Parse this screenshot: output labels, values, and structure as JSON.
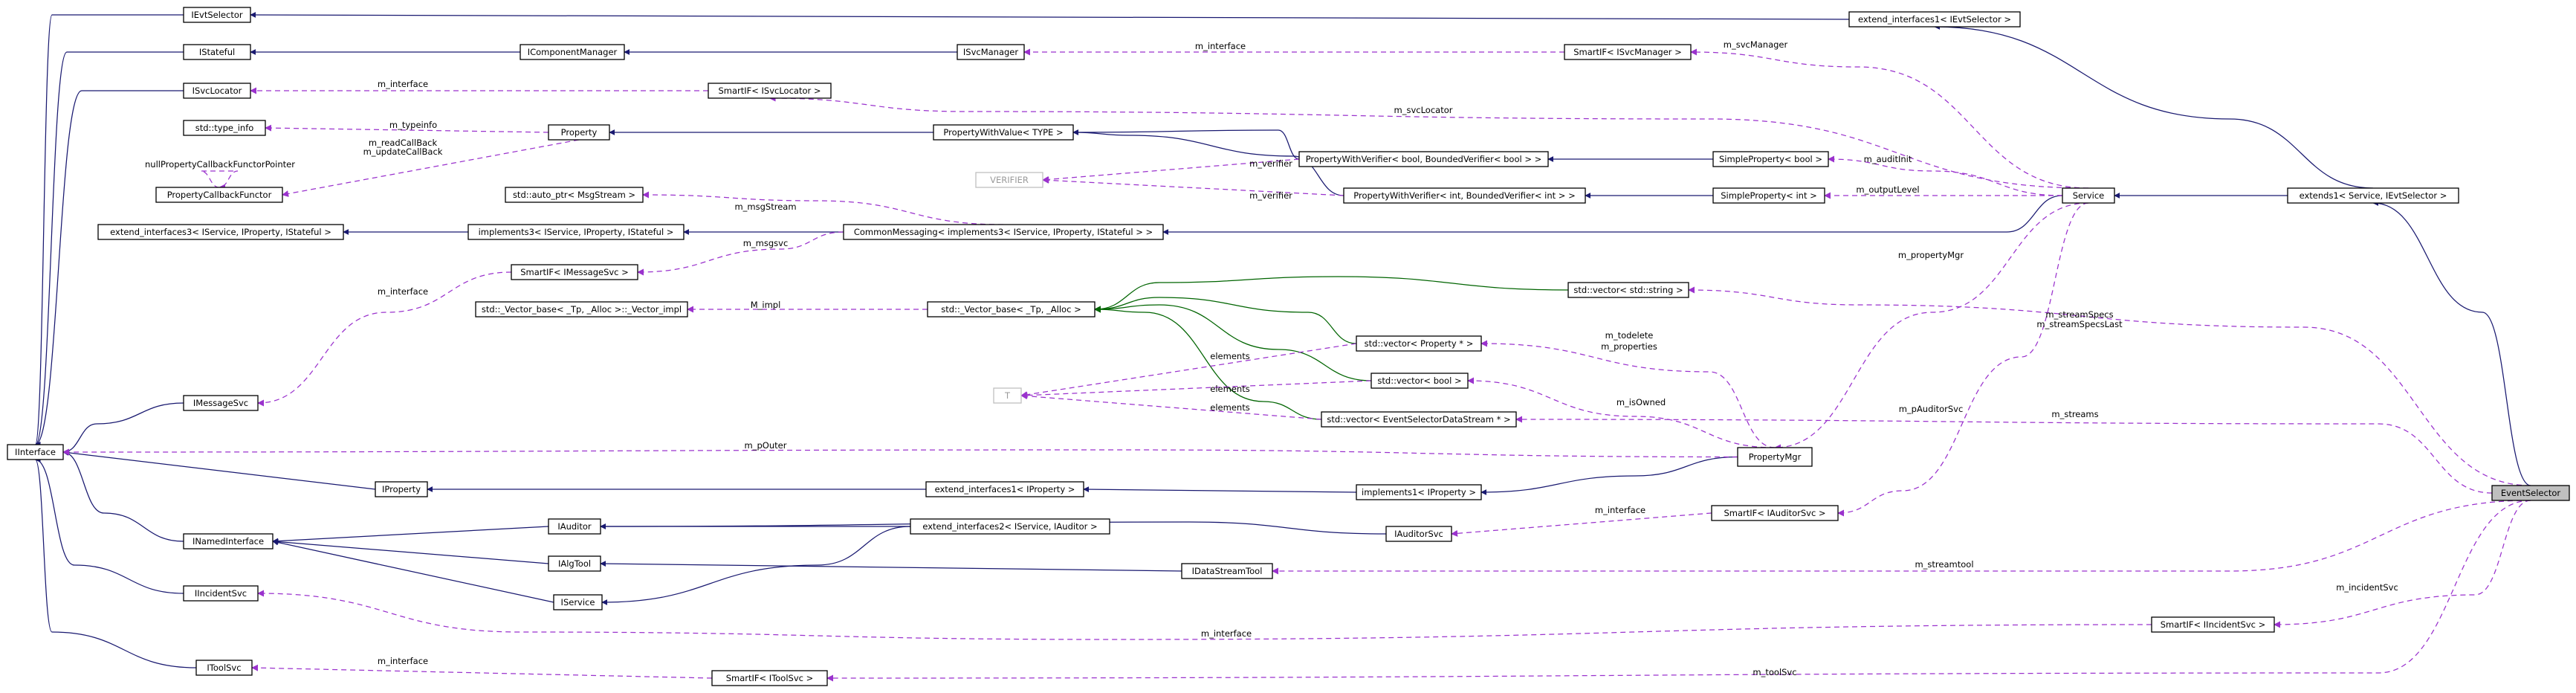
{
  "colors": {
    "inheritance": "#191970",
    "usage": "#9a32cd",
    "template": "#006400",
    "focus_fill": "#bfbfbf"
  },
  "nodes": [
    {
      "id": "IEvtSelector",
      "label": "IEvtSelector"
    },
    {
      "id": "IStateful",
      "label": "IStateful"
    },
    {
      "id": "ISvcLocator",
      "label": "ISvcLocator"
    },
    {
      "id": "std_type_info",
      "label": "std::type_info"
    },
    {
      "id": "PropertyCallbackFunctor",
      "label": "PropertyCallbackFunctor"
    },
    {
      "id": "extend_interfaces3",
      "label": "extend_interfaces3< IService, IProperty, IStateful >"
    },
    {
      "id": "IMessageSvc",
      "label": "IMessageSvc"
    },
    {
      "id": "IInterface",
      "label": "IInterface"
    },
    {
      "id": "INamedInterface",
      "label": "INamedInterface"
    },
    {
      "id": "IIncidentSvc",
      "label": "IIncidentSvc"
    },
    {
      "id": "IToolSvc",
      "label": "IToolSvc"
    },
    {
      "id": "IComponentManager",
      "label": "IComponentManager"
    },
    {
      "id": "Property",
      "label": "Property"
    },
    {
      "id": "implements3",
      "label": "implements3< IService, IProperty, IStateful >"
    },
    {
      "id": "SmartIF_IMessageSvc",
      "label": "SmartIF< IMessageSvc >"
    },
    {
      "id": "std_auto_ptr",
      "label": "std::auto_ptr< MsgStream >"
    },
    {
      "id": "Vector_impl",
      "label": "std::_Vector_base< _Tp, _Alloc >::_Vector_impl"
    },
    {
      "id": "IProperty",
      "label": "IProperty"
    },
    {
      "id": "IAuditor",
      "label": "IAuditor"
    },
    {
      "id": "IAlgTool",
      "label": "IAlgTool"
    },
    {
      "id": "IService",
      "label": "IService"
    },
    {
      "id": "SmartIF_ISvcLocator",
      "label": "SmartIF< ISvcLocator >"
    },
    {
      "id": "SmartIF_IToolSvc",
      "label": "SmartIF< IToolSvc >"
    },
    {
      "id": "ISvcManager",
      "label": "ISvcManager"
    },
    {
      "id": "PropertyWithValue",
      "label": "PropertyWithValue< TYPE >"
    },
    {
      "id": "VERIFIER",
      "label": "VERIFIER"
    },
    {
      "id": "CommonMessaging",
      "label": "CommonMessaging< implements3< IService, IProperty, IStateful > >"
    },
    {
      "id": "Vector_base",
      "label": "std::_Vector_base< _Tp, _Alloc >"
    },
    {
      "id": "T",
      "label": "T"
    },
    {
      "id": "extend_interfaces1_IProperty",
      "label": "extend_interfaces1< IProperty >"
    },
    {
      "id": "extend_interfaces2",
      "label": "extend_interfaces2< IService, IAuditor >"
    },
    {
      "id": "PWV_bool",
      "label": "PropertyWithVerifier< bool, BoundedVerifier< bool > >"
    },
    {
      "id": "PWV_int",
      "label": "PropertyWithVerifier< int, BoundedVerifier< int > >"
    },
    {
      "id": "vec_Property",
      "label": "std::vector< Property * >"
    },
    {
      "id": "vec_bool",
      "label": "std::vector< bool >"
    },
    {
      "id": "vec_EvtSel",
      "label": "std::vector< EventSelectorDataStream * >"
    },
    {
      "id": "implements1_IProperty",
      "label": "implements1< IProperty >"
    },
    {
      "id": "IAuditorSvc",
      "label": "IAuditorSvc"
    },
    {
      "id": "IDataStreamTool",
      "label": "IDataStreamTool"
    },
    {
      "id": "SmartIF_ISvcManager",
      "label": "SmartIF< ISvcManager >"
    },
    {
      "id": "vec_string",
      "label": "std::vector< std::string >"
    },
    {
      "id": "SimpleProperty_bool",
      "label": "SimpleProperty< bool >"
    },
    {
      "id": "SimpleProperty_int",
      "label": "SimpleProperty< int >"
    },
    {
      "id": "PropertyMgr",
      "label": "PropertyMgr"
    },
    {
      "id": "SmartIF_IAuditorSvc",
      "label": "SmartIF< IAuditorSvc >"
    },
    {
      "id": "extend_interfaces1_IEvtSelector",
      "label": "extend_interfaces1< IEvtSelector >"
    },
    {
      "id": "Service",
      "label": "Service"
    },
    {
      "id": "SmartIF_IIncidentSvc",
      "label": "SmartIF< IIncidentSvc >"
    },
    {
      "id": "extends1",
      "label": "extends1< Service, IEvtSelector >"
    },
    {
      "id": "EventSelector",
      "label": "EventSelector"
    }
  ],
  "edge_labels": [
    "m_interface",
    "m_svcManager",
    "m_interface",
    "m_svcLocator",
    "m_typeinfo",
    "m_readCallBack",
    "m_updateCallBack",
    "nullPropertyCallbackFunctorPointer",
    "m_auditInit",
    "m_verifier",
    "m_verifier",
    "m_outputLevel",
    "m_msgStream",
    "m_msgsvc",
    "m_interface",
    "m_propertyMgr",
    "M_impl",
    "m_streamSpecs",
    "m_streamSpecsLast",
    "m_todelete",
    "m_properties",
    "elements",
    "elements",
    "elements",
    "m_isOwned",
    "m_pAuditorSvc",
    "m_streams",
    "m_pOuter",
    "m_interface",
    "m_streamtool",
    "m_incidentSvc",
    "m_interface",
    "m_interface",
    "m_toolSvc"
  ]
}
